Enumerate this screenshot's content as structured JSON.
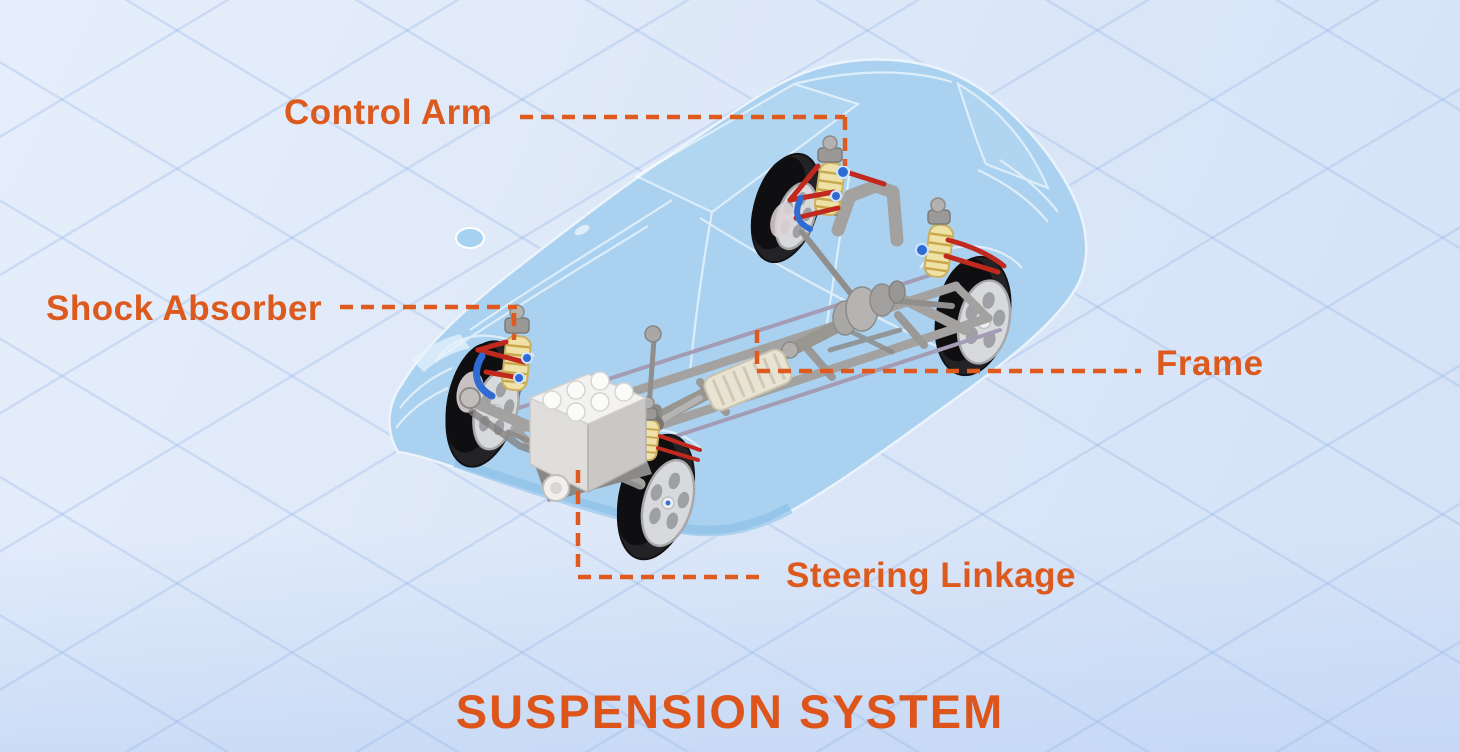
{
  "diagram": {
    "title": "SUSPENSION SYSTEM",
    "accent_color": "#DD5A1E",
    "car_body_color": "#A7D1F0",
    "background_color": "#DDE8F8",
    "labels": [
      {
        "id": "control-arm",
        "text": "Control Arm"
      },
      {
        "id": "shock-absorber",
        "text": "Shock Absorber"
      },
      {
        "id": "frame",
        "text": "Frame"
      },
      {
        "id": "steering-linkage",
        "text": "Steering Linkage"
      }
    ]
  }
}
